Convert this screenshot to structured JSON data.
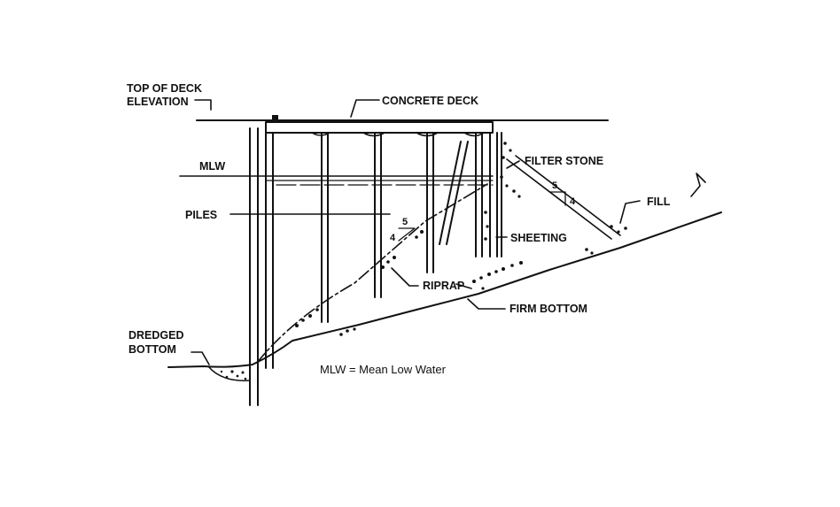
{
  "labels": {
    "top_of_deck_1": "TOP OF DECK",
    "top_of_deck_2": "ELEVATION",
    "concrete_deck": "CONCRETE DECK",
    "mlw": "MLW",
    "filter_stone": "FILTER STONE",
    "fill": "FILL",
    "piles": "PILES",
    "sheeting": "SHEETING",
    "riprap": "RIPRAP",
    "firm_bottom": "FIRM BOTTOM",
    "dredged_1": "DREDGED",
    "dredged_2": "BOTTOM",
    "legend": "MLW = Mean Low Water"
  },
  "slopes": {
    "riprap_run": "5",
    "riprap_rise": "4",
    "filter_run": "5",
    "filter_rise": "4"
  },
  "colors": {
    "line": "#111111",
    "background": "#ffffff"
  }
}
